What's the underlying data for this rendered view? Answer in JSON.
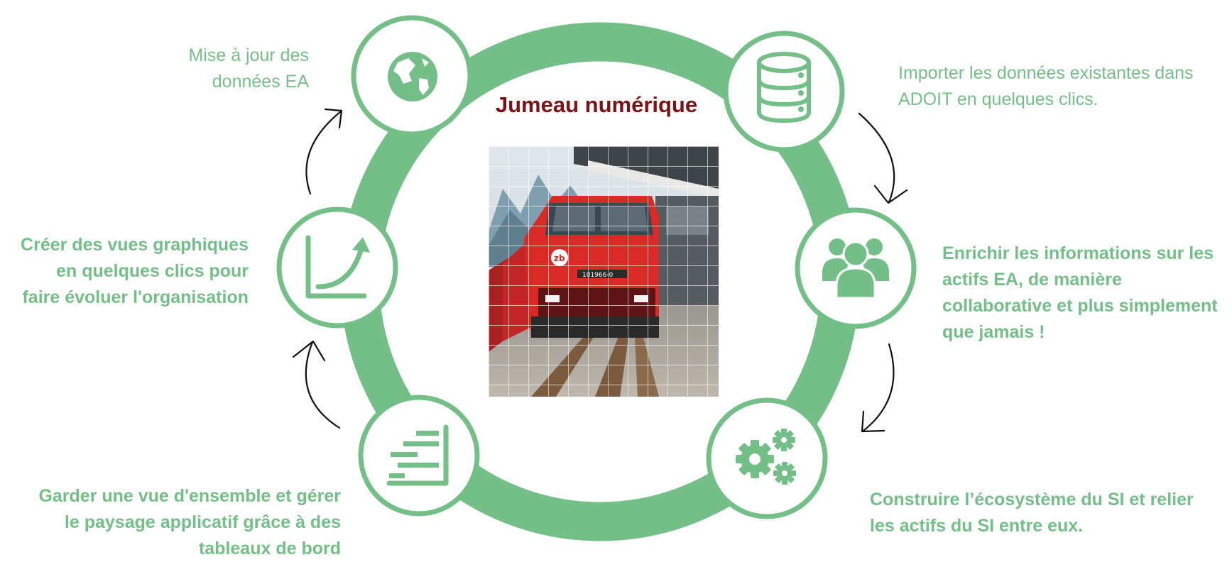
{
  "title": "Jumeau numérique",
  "photo": {
    "subject": "red-electric-train-with-grid-overlay",
    "logo_text": "zb",
    "number_plate": "101966-0"
  },
  "colors": {
    "accent": "#73bf87",
    "title": "#7b1214",
    "arrow": "#111111"
  },
  "steps": [
    {
      "id": "import",
      "icon": "database-icon",
      "lines": [
        "Importer les données existantes dans",
        "ADOIT en quelques clics."
      ]
    },
    {
      "id": "enrich",
      "icon": "users-icon",
      "lines": [
        "Enrichir les informations sur les",
        "actifs EA, de manière",
        "collaborative et plus simplement",
        "que jamais !"
      ]
    },
    {
      "id": "build",
      "icon": "gears-icon",
      "lines": [
        "Construire l’écosystème du SI et relier",
        "les actifs du SI entre eux."
      ]
    },
    {
      "id": "overview",
      "icon": "stairs-chart-icon",
      "lines": [
        "Garder une vue d'ensemble et gérer",
        "le paysage applicatif grâce à des",
        "tableaux de bord"
      ]
    },
    {
      "id": "graphics",
      "icon": "growth-chart-icon",
      "lines": [
        "Créer des vues graphiques",
        "en quelques clics pour",
        "faire évoluer l'organisation"
      ]
    },
    {
      "id": "update",
      "icon": "globe-icon",
      "lines": [
        "Mise à jour des",
        "données EA"
      ]
    }
  ]
}
